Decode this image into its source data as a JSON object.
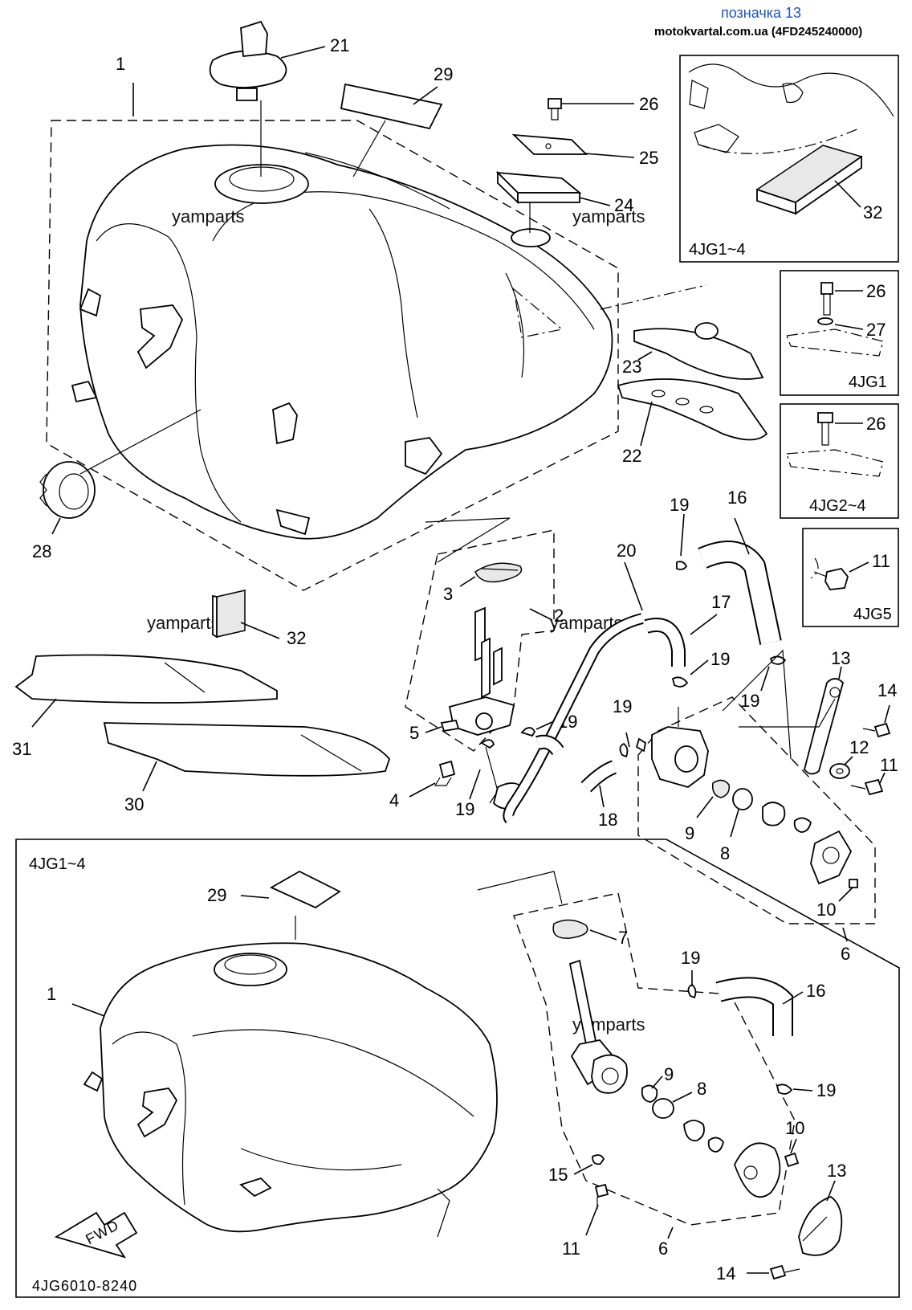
{
  "header": {
    "title": "позначка 13",
    "source": "motokvartal.com.ua (4FD245240000)"
  },
  "watermark": "yamparts",
  "footer_code": "4JG6010-8240",
  "fwd_label": "FWD",
  "variant_boxes": {
    "top_right": "4JG1~4",
    "box_4jg1": "4JG1",
    "box_4jg2_4": "4JG2~4",
    "box_4jg5": "4JG5",
    "lower_section": "4JG1~4"
  },
  "callouts": {
    "c1_top": "1",
    "c21": "21",
    "c29_top": "29",
    "c26_top": "26",
    "c25": "25",
    "c24": "24",
    "c32_box": "32",
    "c26_b1": "26",
    "c27": "27",
    "c23": "23",
    "c22": "22",
    "c26_b2": "26",
    "c19_a": "19",
    "c16_top": "16",
    "c11_b": "11",
    "c28": "28",
    "c20": "20",
    "c17": "17",
    "c3": "3",
    "c2": "2",
    "c32_mid": "32",
    "c13_top": "13",
    "c14_top": "14",
    "c19_b": "19",
    "c19_c": "19",
    "c19_d": "19",
    "c19_e": "19",
    "c12": "12",
    "c11_c": "11",
    "c31": "31",
    "c5": "5",
    "c30": "30",
    "c4": "4",
    "c19_f": "19",
    "c18": "18",
    "c9_top": "9",
    "c8_top": "8",
    "c10_top": "10",
    "c6_top": "6",
    "c29_low": "29",
    "c1_low": "1",
    "c7": "7",
    "c19_g": "19",
    "c16_low": "16",
    "c19_h": "19",
    "c9_low": "9",
    "c8_low": "8",
    "c10_low": "10",
    "c13_low": "13",
    "c15": "15",
    "c11_low": "11",
    "c6_low": "6",
    "c14_low": "14"
  }
}
